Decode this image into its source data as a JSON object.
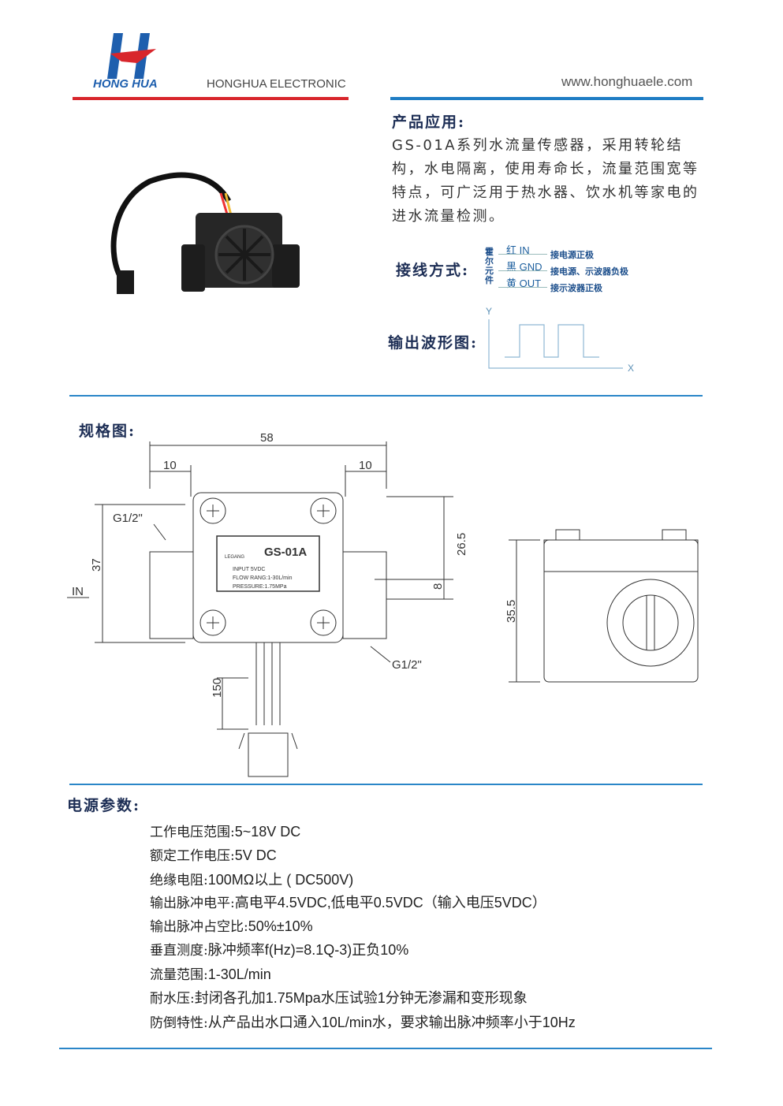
{
  "header": {
    "logo_text": "HONG HUA",
    "company": "HONGHUA ELECTRONIC",
    "website": "www.honghuaele.com"
  },
  "application": {
    "title": "产品应用:",
    "text": "GS-01A系列水流量传感器，采用转轮结构，水电隔离，使用寿命长，流量范围宽等特点，可广泛用于热水器、饮水机等家电的进水流量检测。"
  },
  "wiring": {
    "title": "接线方式:",
    "hall_label": "霍尔元件",
    "wires": [
      {
        "label": "红 IN",
        "desc": "接电源正极"
      },
      {
        "label": "黑 GND",
        "desc": "接电源、示波器负极"
      },
      {
        "label": "黄 OUT",
        "desc": "接示波器正极"
      }
    ]
  },
  "waveform": {
    "title": "输出波形图:",
    "y_label": "Y",
    "x_label": "X"
  },
  "drawing": {
    "title": "规格图:",
    "dims": {
      "total_width": "58",
      "left_port": "10",
      "right_port": "10",
      "height": "37",
      "upper": "26.5",
      "offset": "8",
      "cable": "150",
      "side_height": "35.5",
      "thread_left": "G1/2\"",
      "thread_right": "G1/2\"",
      "inlet": "IN"
    },
    "label": {
      "brand": "LEGANG",
      "model": "GS-01A",
      "line1": "INPUT  5VDC",
      "line2": "FLOW RANG:1-30L/min",
      "line3": "PRESSURE:1.75MPa"
    }
  },
  "power": {
    "title": "电源参数:",
    "specs": [
      {
        "k": "工作电压范围:",
        "v": "5~18V DC"
      },
      {
        "k": "额定工作电压:",
        "v": "5V DC"
      },
      {
        "k": "绝缘电阻:",
        "v": "100MΩ以上 ( DC500V)"
      },
      {
        "k": "输出脉冲电平:",
        "v": "高电平4.5VDC,低电平0.5VDC（输入电压5VDC）"
      },
      {
        "k": "输出脉冲占空比:",
        "v": "50%±10%"
      },
      {
        "k": "垂直测度:",
        "v": "脉冲频率f(Hz)=8.1Q-3)正负10%"
      },
      {
        "k": "流量范围:",
        "v": "1-30L/min"
      },
      {
        "k": "耐水压:",
        "v": "封闭各孔加1.75Mpa水压试验1分钟无渗漏和变形现象"
      },
      {
        "k": "防倒特性:",
        "v": "从产品出水口通入10L/min水，要求输出脉冲频率小于10Hz"
      }
    ]
  }
}
